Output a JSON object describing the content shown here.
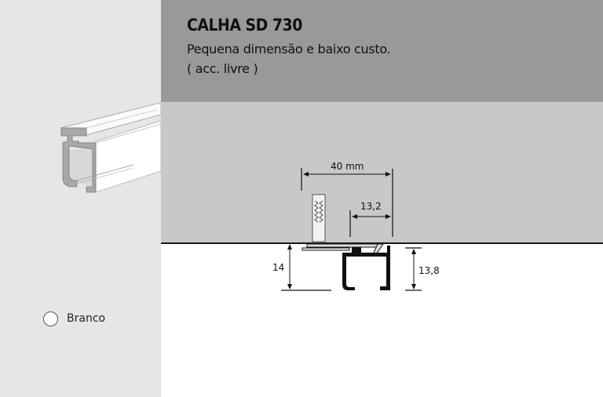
{
  "header": {
    "title": "CALHA SD 730",
    "subtitle": "Pequena dimensão e baixo custo.",
    "note": "( acc. livre )"
  },
  "colors": {
    "left_panel": "#e6e6e6",
    "header_band": "#999999",
    "wall": "#c8c8c8",
    "ceiling_line": "#1a1a1a"
  },
  "finishes": [
    {
      "name": "Branco",
      "color": "#ffffff"
    }
  ],
  "dimensions": {
    "total_width": "40 mm",
    "offset": "13,2",
    "mount_height": "14",
    "rail_height": "13,8"
  },
  "product_image": {
    "icon": "rail-profile-3d-icon"
  }
}
